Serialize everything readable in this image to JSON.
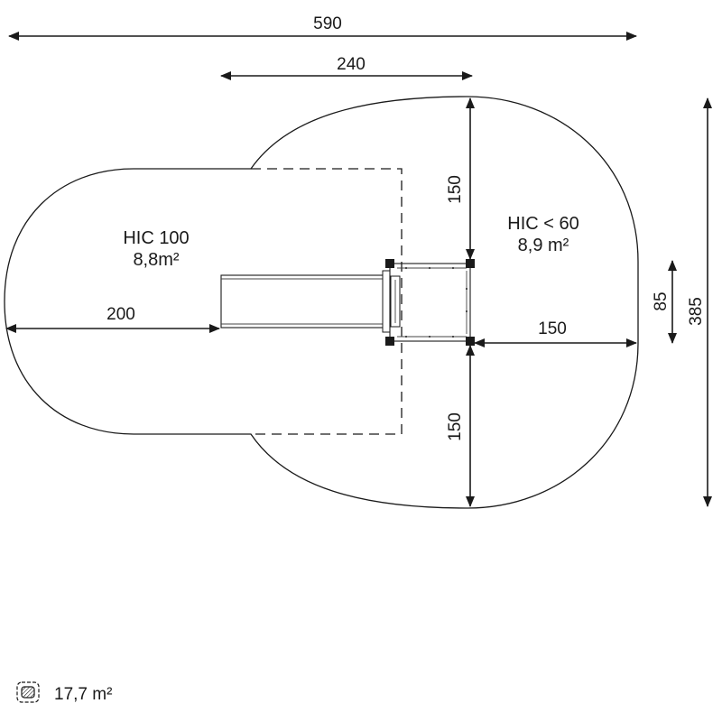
{
  "dimensions": {
    "overall_width": "590",
    "platform_width": "240",
    "top_clearance": "150",
    "bottom_clearance": "150",
    "right_clearance": "150",
    "slide_clearance": "200",
    "platform_depth": "85",
    "overall_depth": "385"
  },
  "zones": {
    "left": {
      "hic": "HIC 100",
      "area": "8,8m²"
    },
    "right": {
      "hic": "HIC < 60",
      "area": "8,9 m²"
    }
  },
  "legend": {
    "total_area": "17,7 m²",
    "icon": "hatched-area-icon"
  },
  "colors": {
    "line": "#1a1a1a",
    "background": "#ffffff"
  }
}
